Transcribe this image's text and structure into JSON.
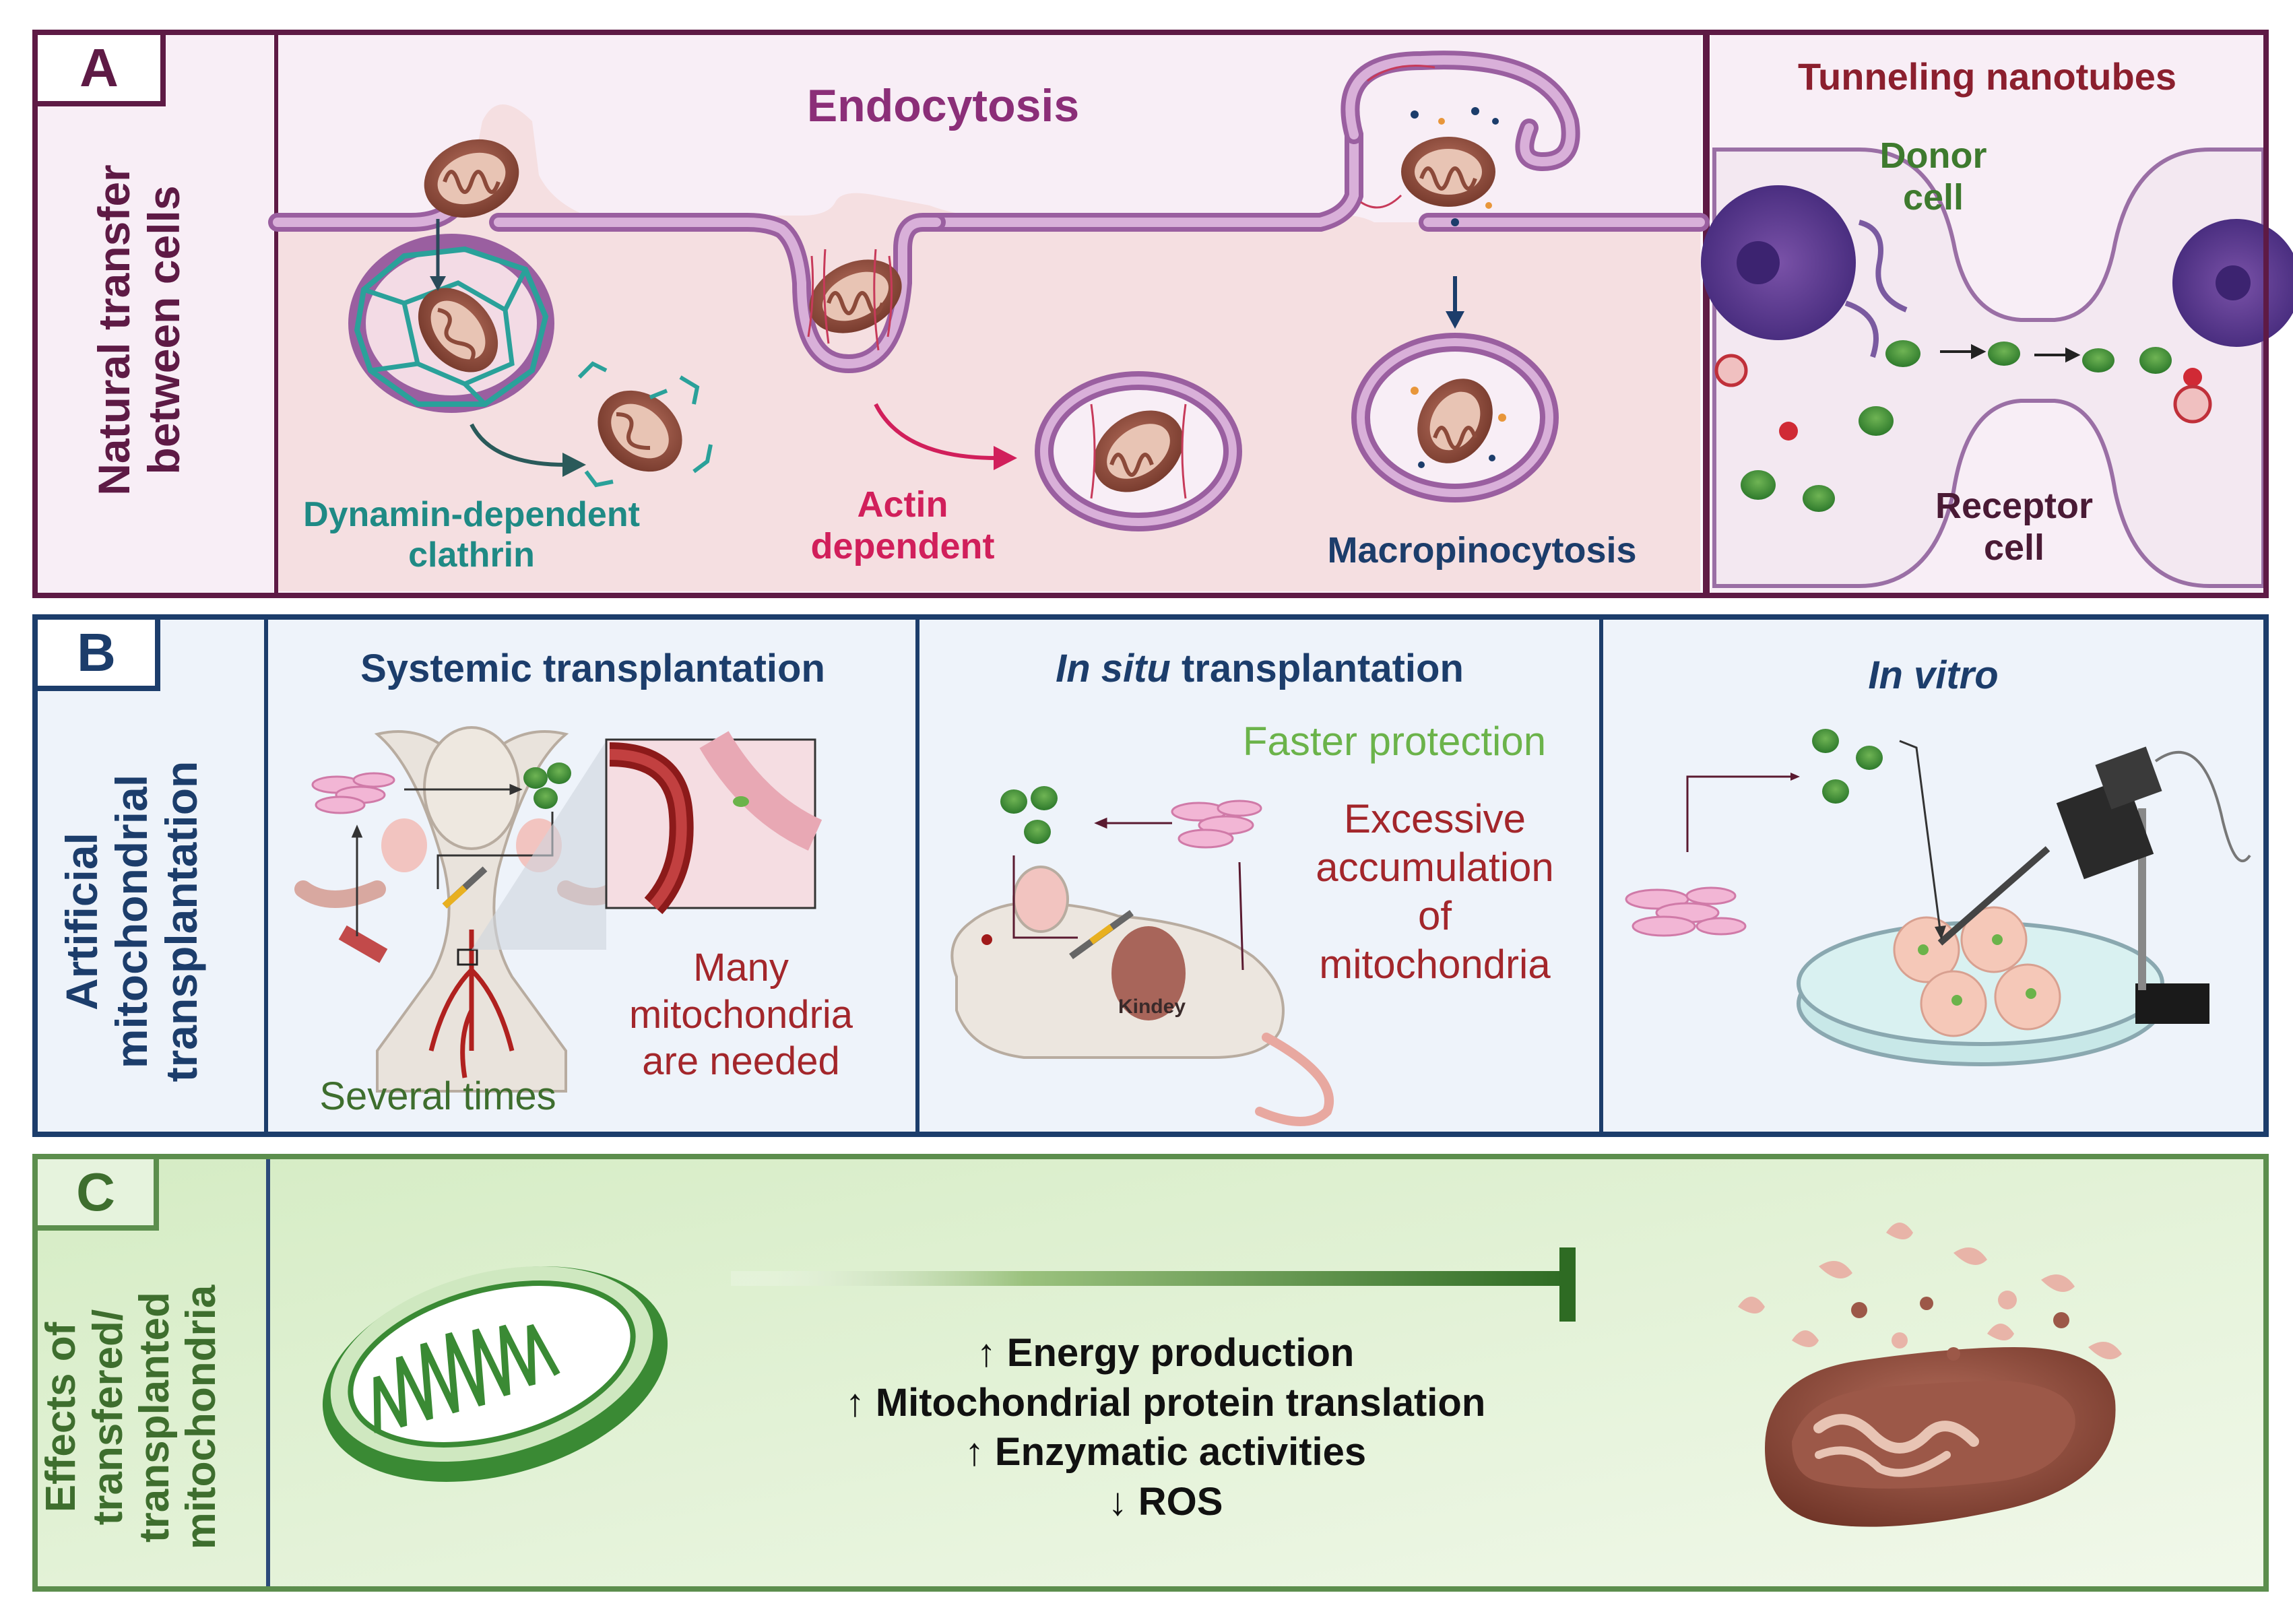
{
  "panel_a": {
    "letter": "A",
    "side_label": [
      "Natural transfer",
      "between cells"
    ],
    "endocytosis_title": "Endocytosis",
    "dynamin_label": [
      "Dynamin-dependent",
      "clathrin"
    ],
    "actin_label": [
      "Actin",
      "dependent"
    ],
    "macropinocytosis_label": "Macropinocytosis",
    "tnt_title": "Tunneling nanotubes",
    "donor_label": [
      "Donor",
      "cell"
    ],
    "receptor_label": [
      "Receptor",
      "cell"
    ]
  },
  "panel_b": {
    "letter": "B",
    "side_label": [
      "Artificial",
      "mitochondrial",
      "transplantation"
    ],
    "systemic_title": "Systemic transplantation",
    "several_times": "Several times",
    "many_mito": [
      "Many",
      "mitochondria",
      "are needed"
    ],
    "insitu_title_italic": "In situ",
    "insitu_title_rest": " transplantation",
    "faster_protection": "Faster protection",
    "excessive": [
      "Excessive",
      "accumulation",
      "of",
      "mitochondria"
    ],
    "kidney_label": "Kindey",
    "invitro_title": "In vitro"
  },
  "panel_c": {
    "letter": "C",
    "side_label": [
      "Effects of",
      "transfered/",
      "transplanted",
      "mitochondria"
    ],
    "effects": [
      "↑ Energy production",
      "↑ Mitochondrial protein translation",
      "↑ Enzymatic activities",
      "↓ ROS"
    ]
  },
  "colors": {
    "panel_a_border": "#5e1a45",
    "panel_b_border": "#1c3d6b",
    "panel_c_border": "#5c8e4d",
    "endocytosis": "#8b2e78",
    "dynamin": "#1f8a85",
    "actin": "#d11f5b",
    "macropinocytosis": "#1c3d6b",
    "tnt": "#8b1f2e",
    "donor": "#3e7a2e",
    "receptor": "#4a1a35",
    "faster_protection": "#6bb34a",
    "excessive": "#a3262b",
    "several_times": "#3e6e2e"
  }
}
